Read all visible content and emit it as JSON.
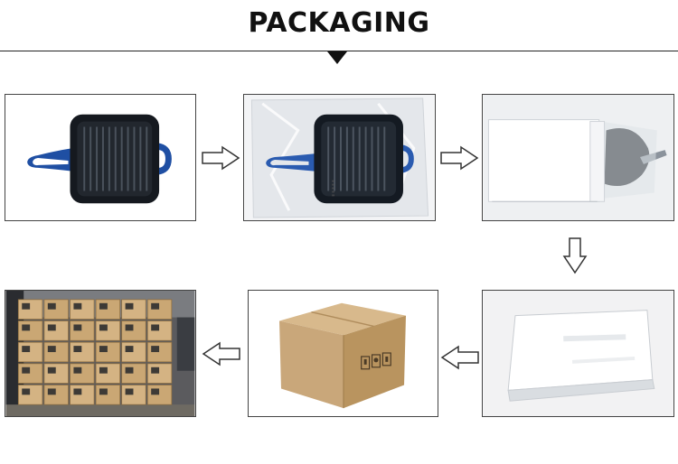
{
  "header": {
    "title": "PACKAGING"
  },
  "steps": [
    {
      "name": "grill-pan"
    },
    {
      "name": "plastic-bag"
    },
    {
      "name": "white-sleeve"
    },
    {
      "name": "white-box"
    },
    {
      "name": "carton"
    },
    {
      "name": "pallet"
    }
  ],
  "colors": {
    "accent": "#1f4fa3",
    "pan": "#15191f",
    "carton": "#c9a77a",
    "rule": "#222222"
  }
}
